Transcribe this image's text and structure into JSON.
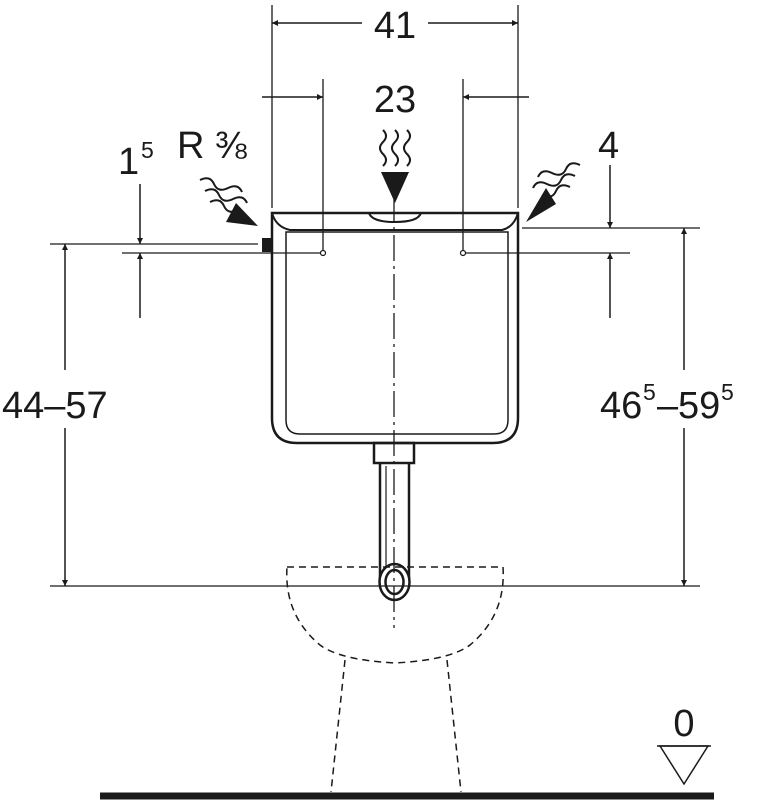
{
  "dimensions": {
    "total_width": "41",
    "inlet_spacing": "23",
    "offset_left_base": "1",
    "offset_left_sup": "5",
    "thread": "R ⅜",
    "offset_right": "4",
    "height_left": "44–57",
    "height_right_a": "46",
    "height_right_a_sup": "5",
    "height_right_sep": "–",
    "height_right_b": "59",
    "height_right_b_sup": "5",
    "floor_level": "0"
  },
  "colors": {
    "line": "#1a1a1a",
    "background": "#ffffff"
  },
  "icons": [
    "water-inlet-wave-icon",
    "flush-button-wave-icon",
    "floor-level-marker-icon"
  ]
}
